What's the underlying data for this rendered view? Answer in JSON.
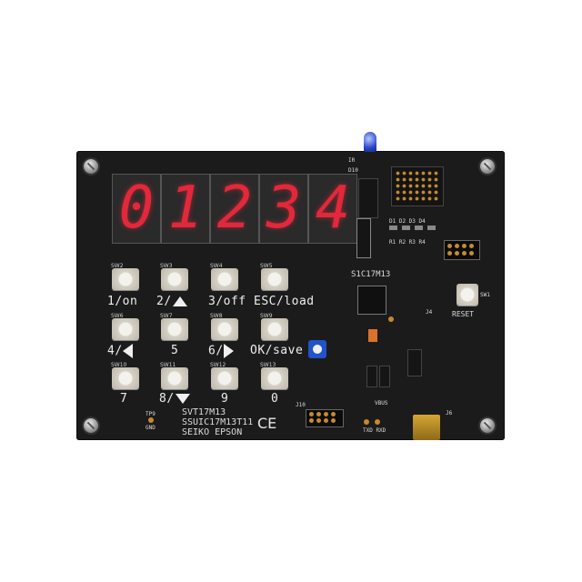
{
  "display": {
    "digits": [
      "0",
      "1",
      "2",
      "3",
      "4"
    ]
  },
  "switch_labels": [
    "SW2",
    "SW3",
    "SW4",
    "SW5",
    "SW6",
    "SW7",
    "SW8",
    "SW9",
    "SW10",
    "SW11",
    "SW12",
    "SW13"
  ],
  "key_labels": {
    "k1": "1/on",
    "k2": "2/",
    "k3": "3/off",
    "k4": "ESC/load",
    "k5": "4/",
    "k6": "5",
    "k7": "6/",
    "k8": "OK/save",
    "k9": "7",
    "k10": "8/",
    "k11": "9",
    "k12": "0"
  },
  "silkscreen": {
    "product": "SVT17M13",
    "part": "SSUIC17M13T11",
    "maker": "SEIKO EPSON",
    "mcu": "S1C17M13",
    "reset": "RESET",
    "sw1": "SW1",
    "tp9": "TP9",
    "gnd": "GND",
    "ir": "IR",
    "d10": "D10",
    "ce_mark": "CE",
    "vbus": "VBUS",
    "txd_rxd": "TXD RXD",
    "d1_d4": "D1  D2  D3  D4",
    "r_labels": "R1  R2  R3  R4",
    "j10": "J10",
    "j4": "J4",
    "j6": "J6"
  },
  "icons": [
    "led-icon",
    "potentiometer-icon",
    "usb-connector-icon",
    "screw-icon",
    "up-arrow-icon",
    "left-arrow-icon",
    "right-arrow-icon",
    "down-arrow-icon"
  ],
  "colors": {
    "board": "#1b1b1b",
    "segment": "#e2283a",
    "silk": "#efefef",
    "led": "#2c47c9",
    "usb": "#d4a633"
  }
}
